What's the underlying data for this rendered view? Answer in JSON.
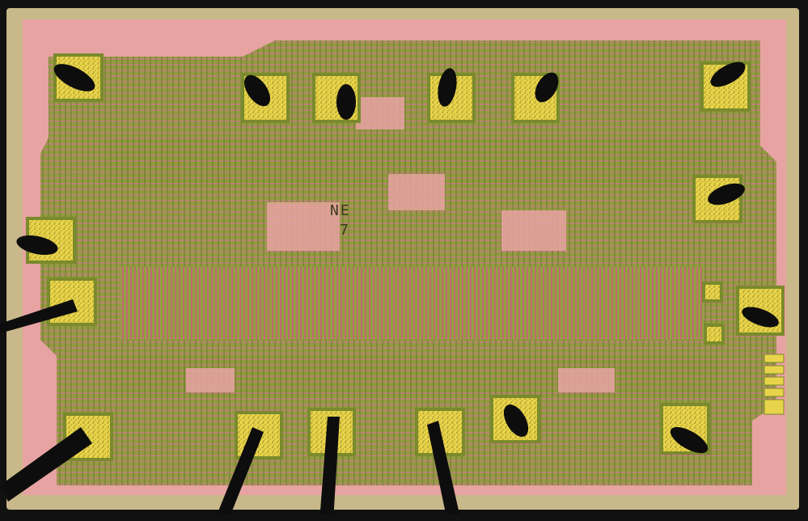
{
  "scene": {
    "subject": "integrated-circuit-die-micrograph",
    "die_marking": {
      "line1": "NE",
      "line2": "7"
    },
    "bond_pad_count": 18,
    "colors": {
      "background": "#111111",
      "die_edge": "#c9b889",
      "substrate": "#e7a3a2",
      "metal": "#9a9a3a",
      "metal_dark": "#6f7e2d",
      "diffusion": "#c65a78",
      "pad_gold": "#e8d44a",
      "bond_wire": "#0d0d0d"
    }
  }
}
